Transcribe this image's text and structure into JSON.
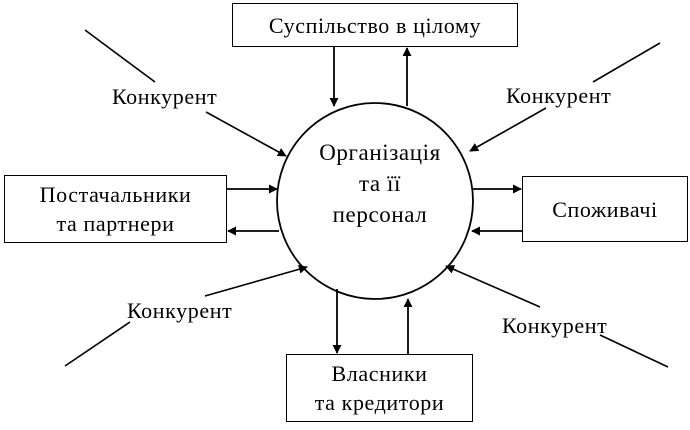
{
  "diagram": {
    "center": {
      "line1": "Організація",
      "line2": "та її",
      "line3": "персонал"
    },
    "top_box": {
      "label": "Суспільство в цілому"
    },
    "left_box": {
      "line1": "Постачальники",
      "line2": "та партнери"
    },
    "right_box": {
      "label": "Споживачі"
    },
    "bottom_box": {
      "line1": "Власники",
      "line2": "та кредитори"
    },
    "competitors": {
      "top_left": "Конкурент",
      "top_right": "Конкурент",
      "bottom_left": "Конкурент",
      "bottom_right": "Конкурент"
    }
  }
}
